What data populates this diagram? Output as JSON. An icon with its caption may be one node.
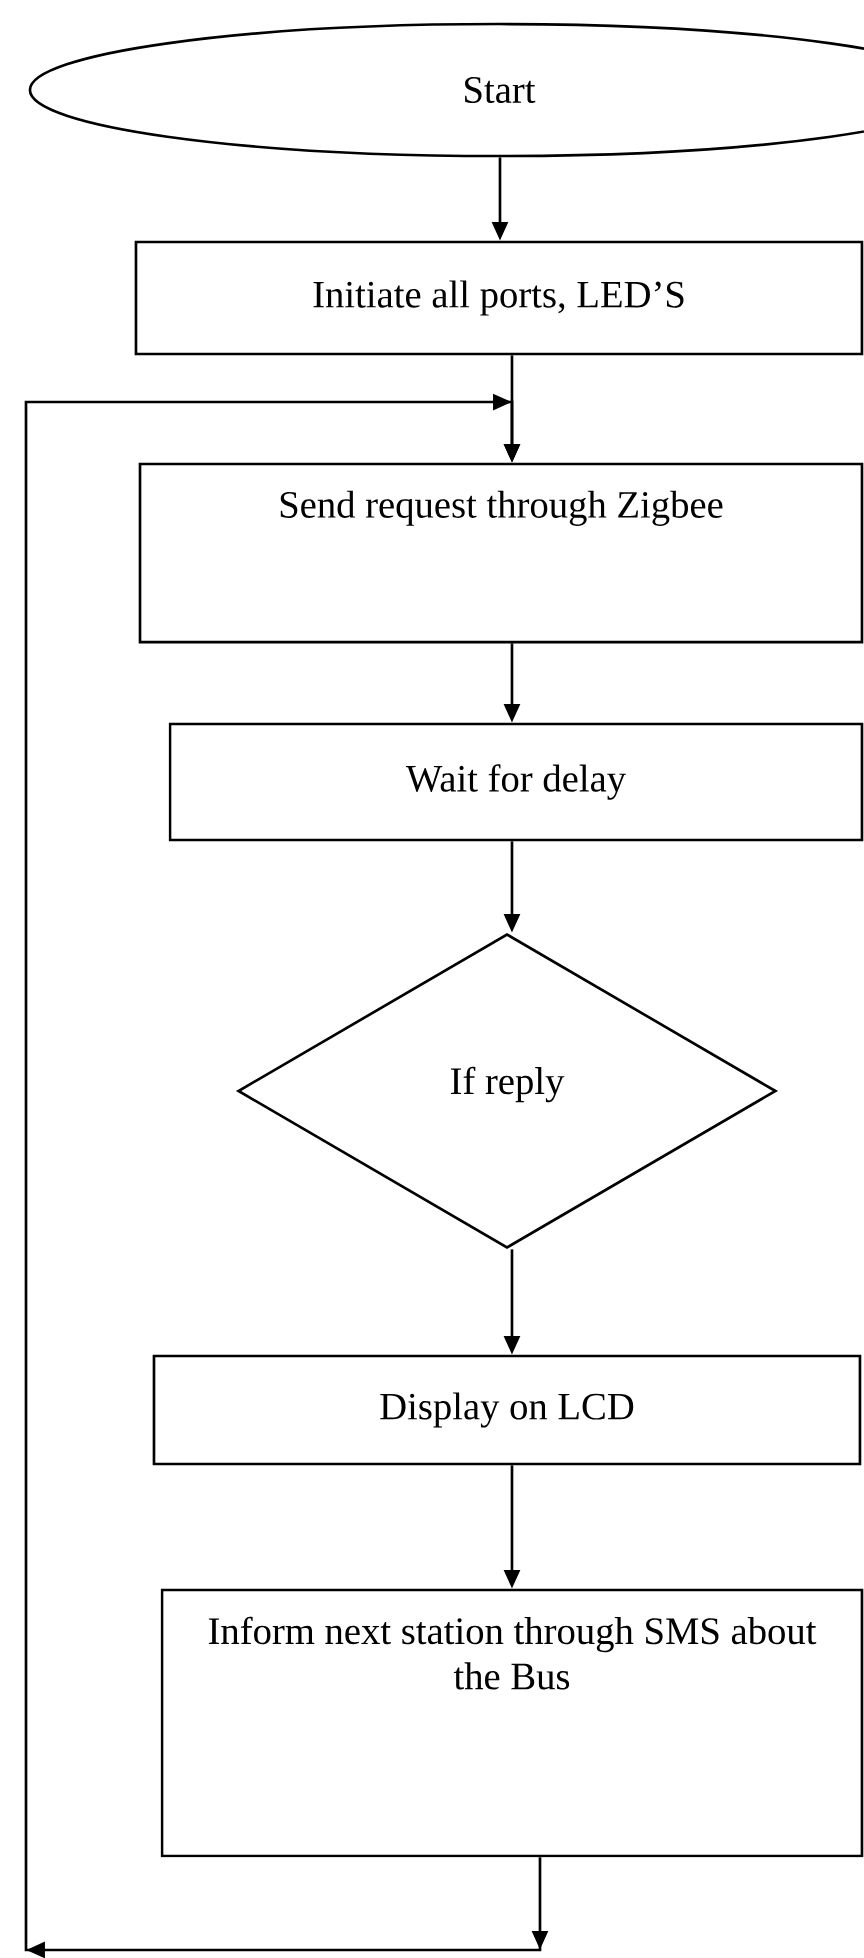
{
  "diagram": {
    "nodes": [
      {
        "text": [
          "Start"
        ]
      },
      {
        "text": [
          "Initiate all ports, LED’S"
        ]
      },
      {
        "text": [
          "Send request through Zigbee"
        ]
      },
      {
        "text": [
          "Wait for delay"
        ]
      },
      {
        "text": [
          "If reply"
        ]
      },
      {
        "text": [
          "Display on LCD"
        ]
      },
      {
        "text": [
          "Inform next station through SMS about the Bus"
        ]
      }
    ],
    "edges": [
      {
        "from": 0,
        "to": 1,
        "arrow": "to"
      },
      {
        "from": 1,
        "to": 2,
        "arrow": "to"
      },
      {
        "from": 2,
        "to": 3,
        "arrow": "to"
      },
      {
        "from": 3,
        "to": 4,
        "arrow": "to"
      },
      {
        "from": 4,
        "to": 5,
        "arrow": "to"
      },
      {
        "from": 5,
        "to": 6,
        "arrow": "to"
      },
      {
        "from": 6,
        "to": 2,
        "arrow": "to"
      }
    ]
  }
}
